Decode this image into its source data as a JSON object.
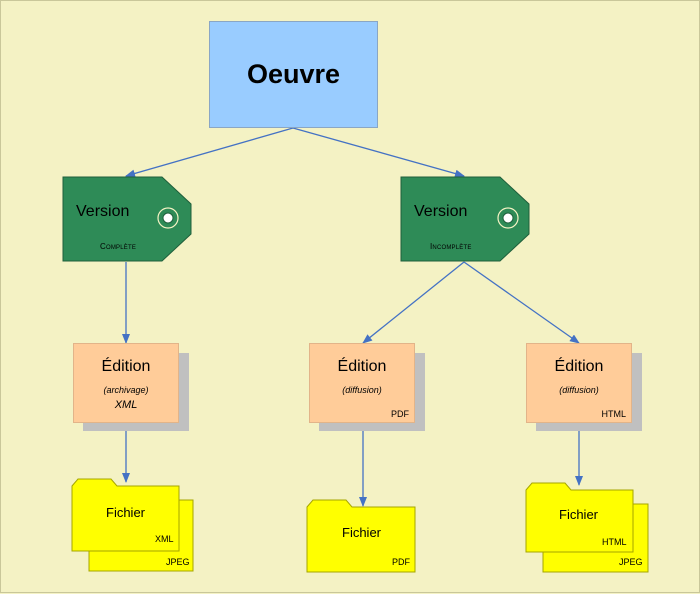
{
  "colors": {
    "background": "#f4f2c4",
    "oeuvre": "#99ccff",
    "version": "#2e8b57",
    "edition": "#ffcc99",
    "folder": "#ffff00",
    "arrow": "#4472c4"
  },
  "oeuvre": {
    "label": "Oeuvre"
  },
  "versions": [
    {
      "title": "Version",
      "subtitle": "Complète",
      "icon": "ring-icon"
    },
    {
      "title": "Version",
      "subtitle": "Incomplète",
      "icon": "ring-icon"
    }
  ],
  "editions": [
    {
      "title": "Édition",
      "note": "(archivage)",
      "format": "XML",
      "corner": ""
    },
    {
      "title": "Édition",
      "note": "(diffusion)",
      "format": "",
      "corner": "PDF"
    },
    {
      "title": "Édition",
      "note": "(diffusion)",
      "format": "",
      "corner": "HTML"
    }
  ],
  "files": [
    {
      "label": "Fichier",
      "front_format": "XML",
      "back_format": "JPEG"
    },
    {
      "label": "Fichier",
      "front_format": "PDF",
      "back_format": ""
    },
    {
      "label": "Fichier",
      "front_format": "HTML",
      "back_format": "JPEG"
    }
  ]
}
